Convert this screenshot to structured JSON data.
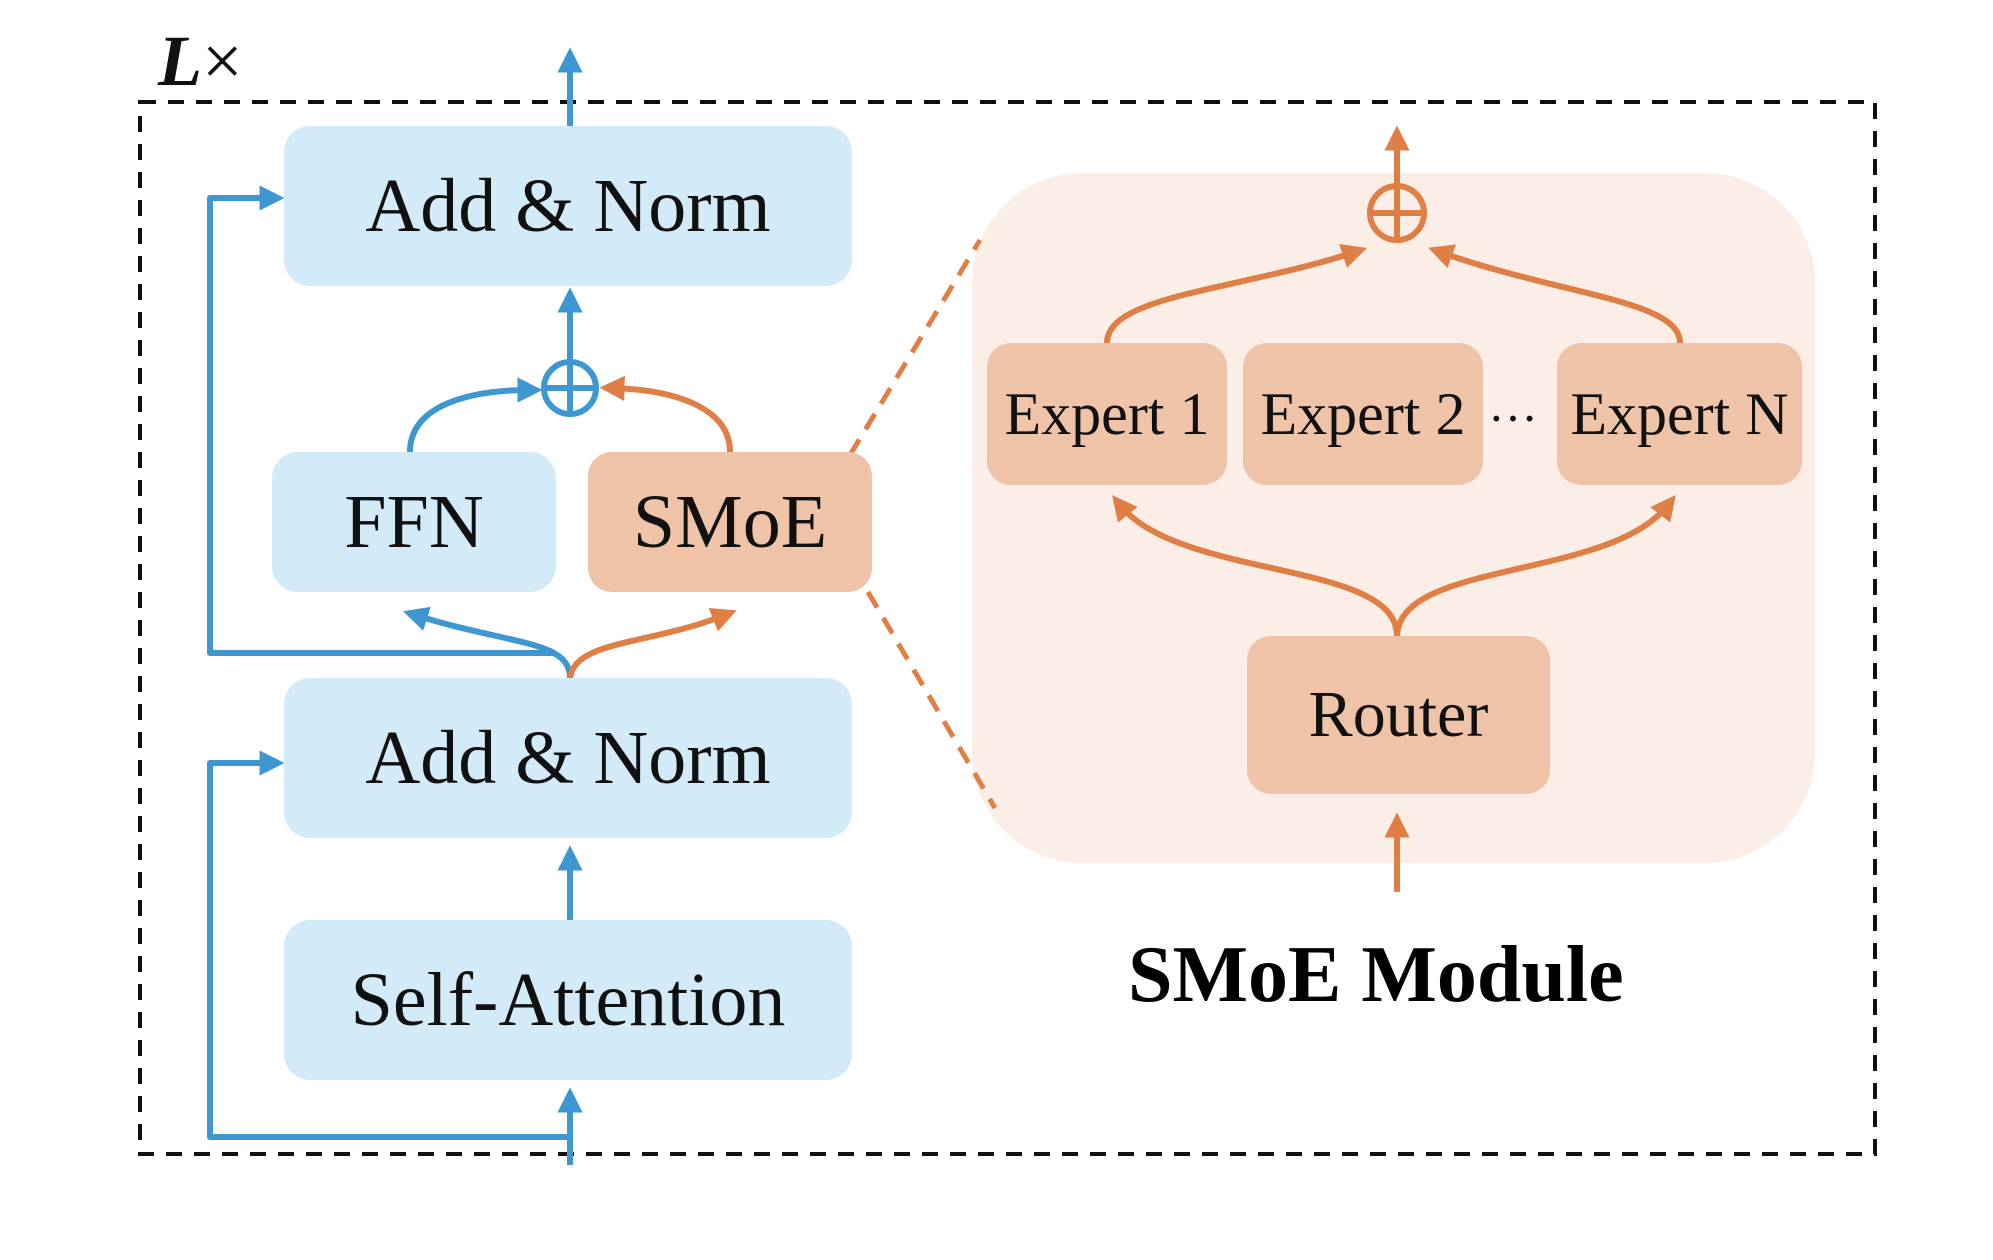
{
  "layer_repeat": {
    "symbol": "L",
    "times": "×"
  },
  "left_stack": {
    "add_norm_top": "Add & Norm",
    "ffn": "FFN",
    "smoe": "SMoE",
    "add_norm_bottom": "Add & Norm",
    "self_attention": "Self-Attention"
  },
  "smoe_module": {
    "title": "SMoE Module",
    "experts": [
      "Expert 1",
      "Expert 2",
      "Expert N"
    ],
    "ellipsis": "···",
    "router": "Router"
  },
  "colors": {
    "blue_block": "#d3ebf8",
    "blue_arrow": "#3f97d1",
    "orange_block": "#efc3a8",
    "orange_arrow": "#e07f45",
    "module_bg": "#fbeee6",
    "dashed_border": "#111111"
  }
}
